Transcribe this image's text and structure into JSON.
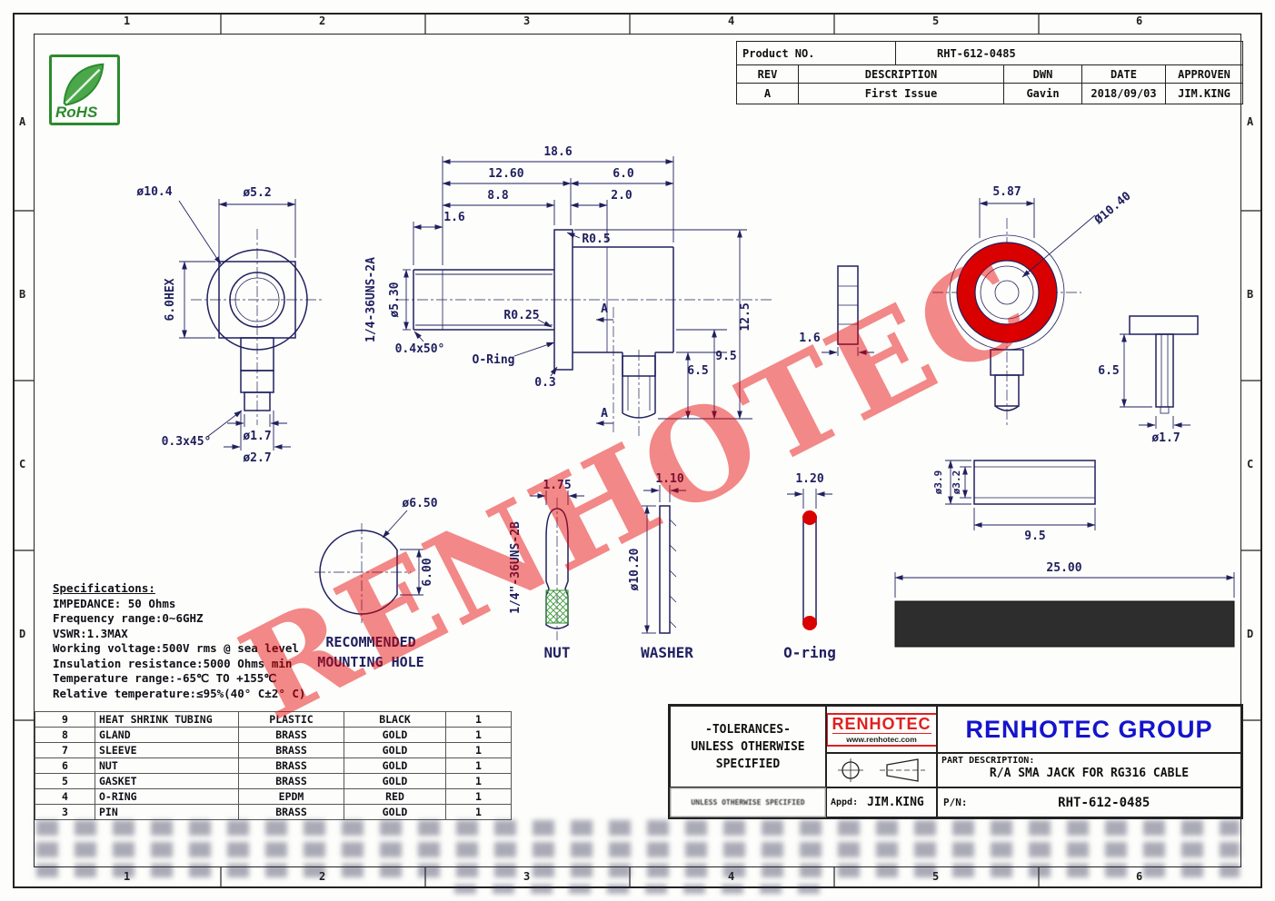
{
  "colors": {
    "ink": "#202060",
    "accent_red": "#d90000",
    "brand_blue": "#1414cc",
    "rohs_green": "#2c8a2c",
    "watermark_red": "#e60000"
  },
  "zones": {
    "cols": [
      "1",
      "2",
      "3",
      "4",
      "5",
      "6"
    ],
    "rows": [
      "A",
      "B",
      "C",
      "D"
    ]
  },
  "rohs": {
    "label": "RoHS"
  },
  "rev_table": {
    "product_no_label": "Product NO.",
    "product_no": "RHT-612-0485",
    "headers": [
      "REV",
      "DESCRIPTION",
      "DWN",
      "DATE",
      "APPROVEN"
    ],
    "row": [
      "A",
      "First Issue",
      "Gavin",
      "2018/09/03",
      "JIM.KING"
    ]
  },
  "watermark": "RENHOTEC",
  "specs": {
    "title": "Specifications:",
    "lines": [
      "IMPEDANCE: 50 Ohms",
      "Frequency range:0~6GHZ",
      "VSWR:1.3MAX",
      "Working voltage:500V rms @ sea level",
      "Insulation resistance:5000 Ohms min",
      "Temperature range:-65℃ TO +155℃",
      "Relative temperature:≤95%(40° C±2° C)"
    ]
  },
  "views": {
    "end": {
      "d_od": "ø10.4",
      "d_flats": "ø5.2",
      "d_hex": "6.0HEX",
      "d_chamfer": "0.3x45°",
      "d_pin": "ø1.7",
      "d_cable": "ø2.7"
    },
    "side": {
      "d_total": "18.6",
      "d_a": "12.60",
      "d_b": "6.0",
      "d_c": "8.8",
      "d_d": "2.0",
      "d_e": "1.6",
      "thread": "1/4-36UNS-2A",
      "d_dia": "ø5.30",
      "r1": "R0.5",
      "r2": "R0.25",
      "chamfer": "0.4x50°",
      "oring": "O-Ring",
      "d_f": "0.3",
      "d_g": "6.5",
      "d_h": "9.5",
      "d_i": "12.5",
      "section": "A"
    },
    "gasket": {
      "d": "1.6"
    },
    "front": {
      "d_flats": "5.87",
      "d_od": "Ø10.40"
    },
    "pin": {
      "d_len": "6.5",
      "d_dia": "ø1.7"
    },
    "sleeve": {
      "d_od": "ø3.9",
      "d_id": "ø3.2",
      "d_len": "9.5"
    },
    "shrink": {
      "d_len": "25.00"
    },
    "hole": {
      "d_dia": "ø6.50",
      "d_flat": "6.00",
      "cap1": "RECOMMENDED",
      "cap2": "MOUNTING HOLE"
    },
    "nut": {
      "d": "1.75",
      "thread": "1/4\"-36UNS-2B",
      "label": "NUT"
    },
    "washer": {
      "d": "1.10",
      "d_dia": "ø10.20",
      "label": "WASHER"
    },
    "oring": {
      "d": "1.20",
      "label": "O-ring"
    }
  },
  "parts_table": {
    "rows": [
      [
        "9",
        "HEAT SHRINK TUBING",
        "PLASTIC",
        "BLACK",
        "1"
      ],
      [
        "8",
        "GLAND",
        "BRASS",
        "GOLD",
        "1"
      ],
      [
        "7",
        "SLEEVE",
        "BRASS",
        "GOLD",
        "1"
      ],
      [
        "6",
        "NUT",
        "BRASS",
        "GOLD",
        "1"
      ],
      [
        "5",
        "GASKET",
        "BRASS",
        "GOLD",
        "1"
      ],
      [
        "4",
        "O-RING",
        "EPDM",
        "RED",
        "1"
      ],
      [
        "3",
        "PIN",
        "BRASS",
        "GOLD",
        "1"
      ]
    ]
  },
  "title_block": {
    "tol1": "-TOLERANCES-",
    "tol2": "UNLESS OTHERWISE",
    "tol3": "SPECIFIED",
    "tol_small": "UNLESS OTHERWISE SPECIFIED",
    "logo_text": "RENHOTEC",
    "logo_url": "www.renhotec.com",
    "company": "RENHOTEC GROUP",
    "part_desc_label": "PART DESCRIPTION:",
    "part_desc": "R/A SMA JACK FOR RG316 CABLE",
    "appd_label": "Appd:",
    "appd": "JIM.KING",
    "pn_label": "P/N:",
    "pn": "RHT-612-0485"
  }
}
